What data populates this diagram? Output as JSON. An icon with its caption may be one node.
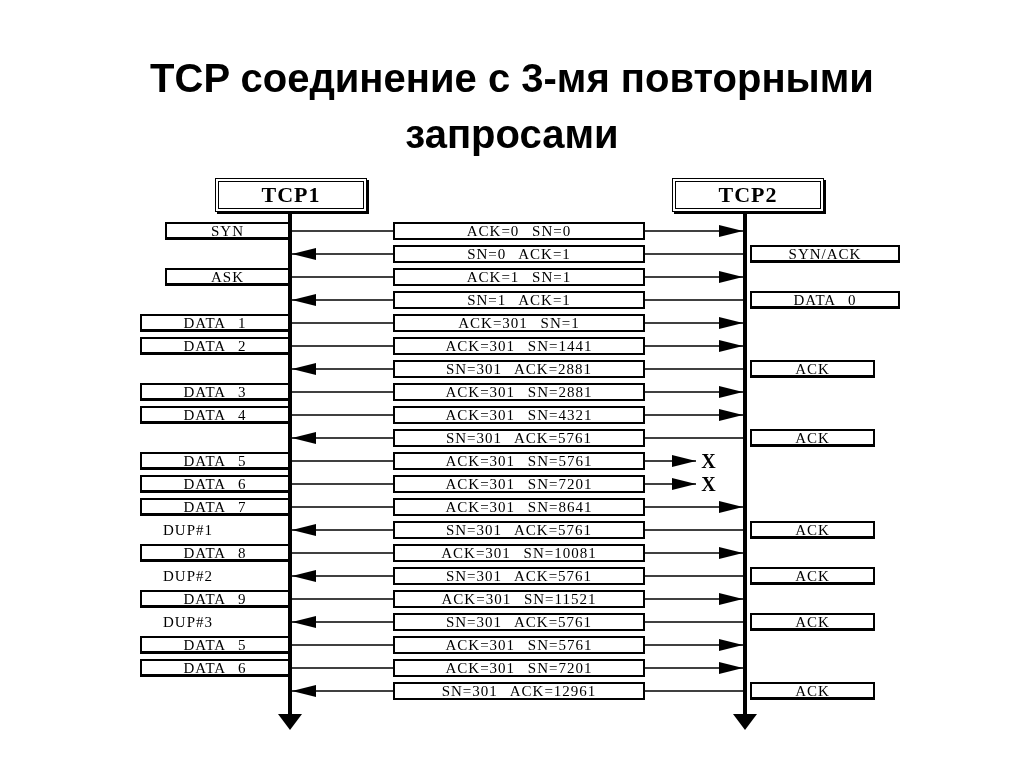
{
  "diagram": {
    "title": "TCP соединение с 3-мя повторными запросами",
    "nodes": [
      {
        "text": [
          "TCP1"
        ]
      },
      {
        "text": [
          "TCP2"
        ]
      },
      {
        "text": [],
        "shape": "bar"
      },
      {
        "text": [],
        "shape": "bar"
      },
      {
        "text": [
          "SYN"
        ]
      },
      {
        "text": [
          "ACK=0 SN=0"
        ]
      },
      {
        "text": [
          "SN=0 ACK=1"
        ]
      },
      {
        "text": [
          "SYN/ACK"
        ]
      },
      {
        "text": [
          "ASK"
        ]
      },
      {
        "text": [
          "ACK=1 SN=1"
        ]
      },
      {
        "text": [
          "SN=1 ACK=1"
        ]
      },
      {
        "text": [
          "DATA 0"
        ]
      },
      {
        "text": [
          "DATA 1"
        ]
      },
      {
        "text": [
          "ACK=301 SN=1"
        ]
      },
      {
        "text": [
          "DATA 2"
        ]
      },
      {
        "text": [
          "ACK=301 SN=1441"
        ]
      },
      {
        "text": [
          "SN=301 ACK=2881"
        ]
      },
      {
        "text": [
          "ACK"
        ]
      },
      {
        "text": [
          "DATA 3"
        ]
      },
      {
        "text": [
          "ACK=301 SN=2881"
        ]
      },
      {
        "text": [
          "DATA 4"
        ]
      },
      {
        "text": [
          "ACK=301 SN=4321"
        ]
      },
      {
        "text": [
          "SN=301 ACK=5761"
        ]
      },
      {
        "text": [
          "ACK"
        ]
      },
      {
        "text": [
          "DATA 5"
        ]
      },
      {
        "text": [
          "ACK=301 SN=5761"
        ]
      },
      {
        "text": [
          "X"
        ]
      },
      {
        "text": [
          "DATA 6"
        ]
      },
      {
        "text": [
          "ACK=301 SN=7201"
        ]
      },
      {
        "text": [
          "X"
        ]
      },
      {
        "text": [
          "DATA 7"
        ]
      },
      {
        "text": [
          "ACK=301 SN=8641"
        ]
      },
      {
        "text": [
          "SN=301 ACK=5761"
        ]
      },
      {
        "text": [
          "ACK"
        ]
      },
      {
        "text": [
          "DATA 8"
        ]
      },
      {
        "text": [
          "ACK=301 SN=10081"
        ]
      },
      {
        "text": [
          "SN=301 ACK=5761"
        ]
      },
      {
        "text": [
          "ACK"
        ]
      },
      {
        "text": [
          "DATA 9"
        ]
      },
      {
        "text": [
          "ACK=301 SN=11521"
        ]
      },
      {
        "text": [
          "SN=301 ACK=5761"
        ]
      },
      {
        "text": [
          "ACK"
        ]
      },
      {
        "text": [
          "DATA 5"
        ]
      },
      {
        "text": [
          "ACK=301 SN=5761"
        ]
      },
      {
        "text": [
          "DATA 6"
        ]
      },
      {
        "text": [
          "ACK=301 SN=7201"
        ]
      },
      {
        "text": [
          "SN=301 ACK=12961"
        ]
      },
      {
        "text": [
          "ACK"
        ]
      }
    ],
    "edges": [
      {
        "from": 2,
        "to": 5,
        "arrow": "none"
      },
      {
        "from": 5,
        "to": 3,
        "arrow": "to"
      },
      {
        "from": 3,
        "to": 6,
        "arrow": "none"
      },
      {
        "from": 6,
        "to": 2,
        "arrow": "to"
      },
      {
        "from": 2,
        "to": 9,
        "arrow": "none"
      },
      {
        "from": 9,
        "to": 3,
        "arrow": "to"
      },
      {
        "from": 3,
        "to": 10,
        "arrow": "none"
      },
      {
        "from": 10,
        "to": 2,
        "arrow": "to"
      },
      {
        "from": 2,
        "to": 13,
        "arrow": "none"
      },
      {
        "from": 13,
        "to": 3,
        "arrow": "to"
      },
      {
        "from": 2,
        "to": 15,
        "arrow": "none"
      },
      {
        "from": 15,
        "to": 3,
        "arrow": "to"
      },
      {
        "from": 3,
        "to": 16,
        "arrow": "none"
      },
      {
        "from": 16,
        "to": 2,
        "arrow": "to"
      },
      {
        "from": 2,
        "to": 19,
        "arrow": "none"
      },
      {
        "from": 19,
        "to": 3,
        "arrow": "to"
      },
      {
        "from": 2,
        "to": 21,
        "arrow": "none"
      },
      {
        "from": 21,
        "to": 3,
        "arrow": "to"
      },
      {
        "from": 3,
        "to": 22,
        "arrow": "none"
      },
      {
        "from": 22,
        "to": 2,
        "arrow": "to"
      },
      {
        "from": 2,
        "to": 25,
        "arrow": "none"
      },
      {
        "from": 25,
        "to": 26,
        "arrow": "to"
      },
      {
        "from": 2,
        "to": 28,
        "arrow": "none"
      },
      {
        "from": 28,
        "to": 29,
        "arrow": "to"
      },
      {
        "from": 2,
        "to": 31,
        "arrow": "none"
      },
      {
        "from": 31,
        "to": 3,
        "arrow": "to"
      },
      {
        "from": 3,
        "to": 32,
        "arrow": "none"
      },
      {
        "from": 32,
        "to": 2,
        "arrow": "to"
      },
      {
        "from": 2,
        "to": 35,
        "arrow": "none"
      },
      {
        "from": 35,
        "to": 3,
        "arrow": "to"
      },
      {
        "from": 3,
        "to": 36,
        "arrow": "none"
      },
      {
        "from": 36,
        "to": 2,
        "arrow": "to"
      },
      {
        "from": 2,
        "to": 39,
        "arrow": "none"
      },
      {
        "from": 39,
        "to": 3,
        "arrow": "to"
      },
      {
        "from": 3,
        "to": 40,
        "arrow": "none"
      },
      {
        "from": 40,
        "to": 2,
        "arrow": "to"
      },
      {
        "from": 2,
        "to": 43,
        "arrow": "none"
      },
      {
        "from": 43,
        "to": 3,
        "arrow": "to"
      },
      {
        "from": 2,
        "to": 45,
        "arrow": "none"
      },
      {
        "from": 45,
        "to": 3,
        "arrow": "to"
      },
      {
        "from": 3,
        "to": 46,
        "arrow": "none"
      },
      {
        "from": 46,
        "to": 2,
        "arrow": "to"
      }
    ],
    "labels": [
      "DUP#1",
      "DUP#2",
      "DUP#3"
    ]
  }
}
